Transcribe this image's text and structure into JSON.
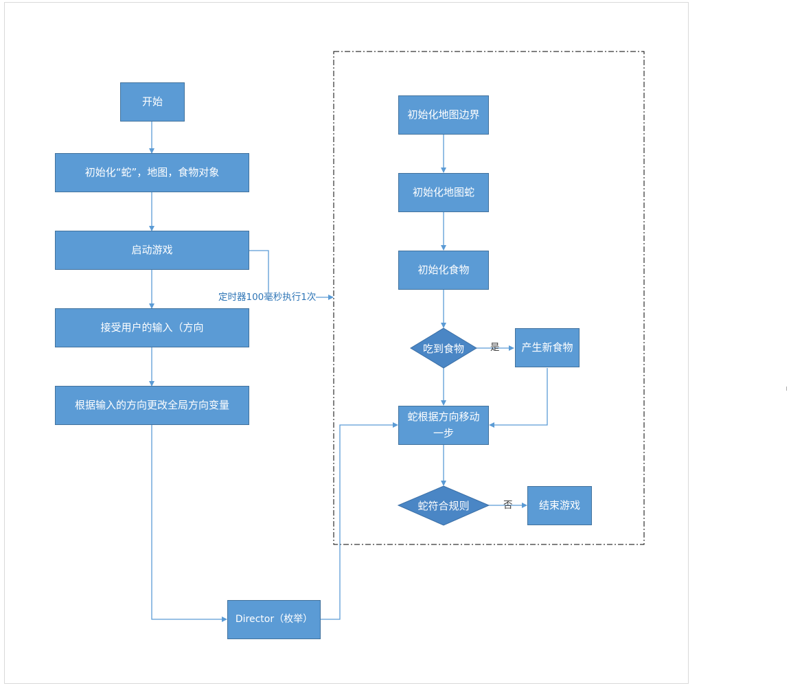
{
  "colors": {
    "box_fill": "#5b9bd5",
    "box_border": "#41719c",
    "decision_fill": "#4a86c5",
    "connector": "#5b9bd5",
    "group_border": "#000000",
    "label_text": "#2e75b6"
  },
  "left_flow": {
    "start": "开始",
    "init_objects": "初始化“蛇”，地图，食物对象",
    "start_game": "启动游戏",
    "accept_input": "接受用户的输入（方向",
    "change_direction": "根据输入的方向更改全局方向变量",
    "director": "Director（枚举）"
  },
  "timer_label": "定时器100毫秒执行1次",
  "loop_group": {
    "init_border": "初始化地图边界",
    "init_snake": "初始化地图蛇",
    "init_food": "初始化食物",
    "ate_food": "吃到食物",
    "yes_label": "是",
    "new_food": "产生新食物",
    "move_step": "蛇根据方向移动\n一步",
    "rule_check": "蛇符合规则",
    "no_label": "否",
    "end_game": "结束游戏"
  }
}
